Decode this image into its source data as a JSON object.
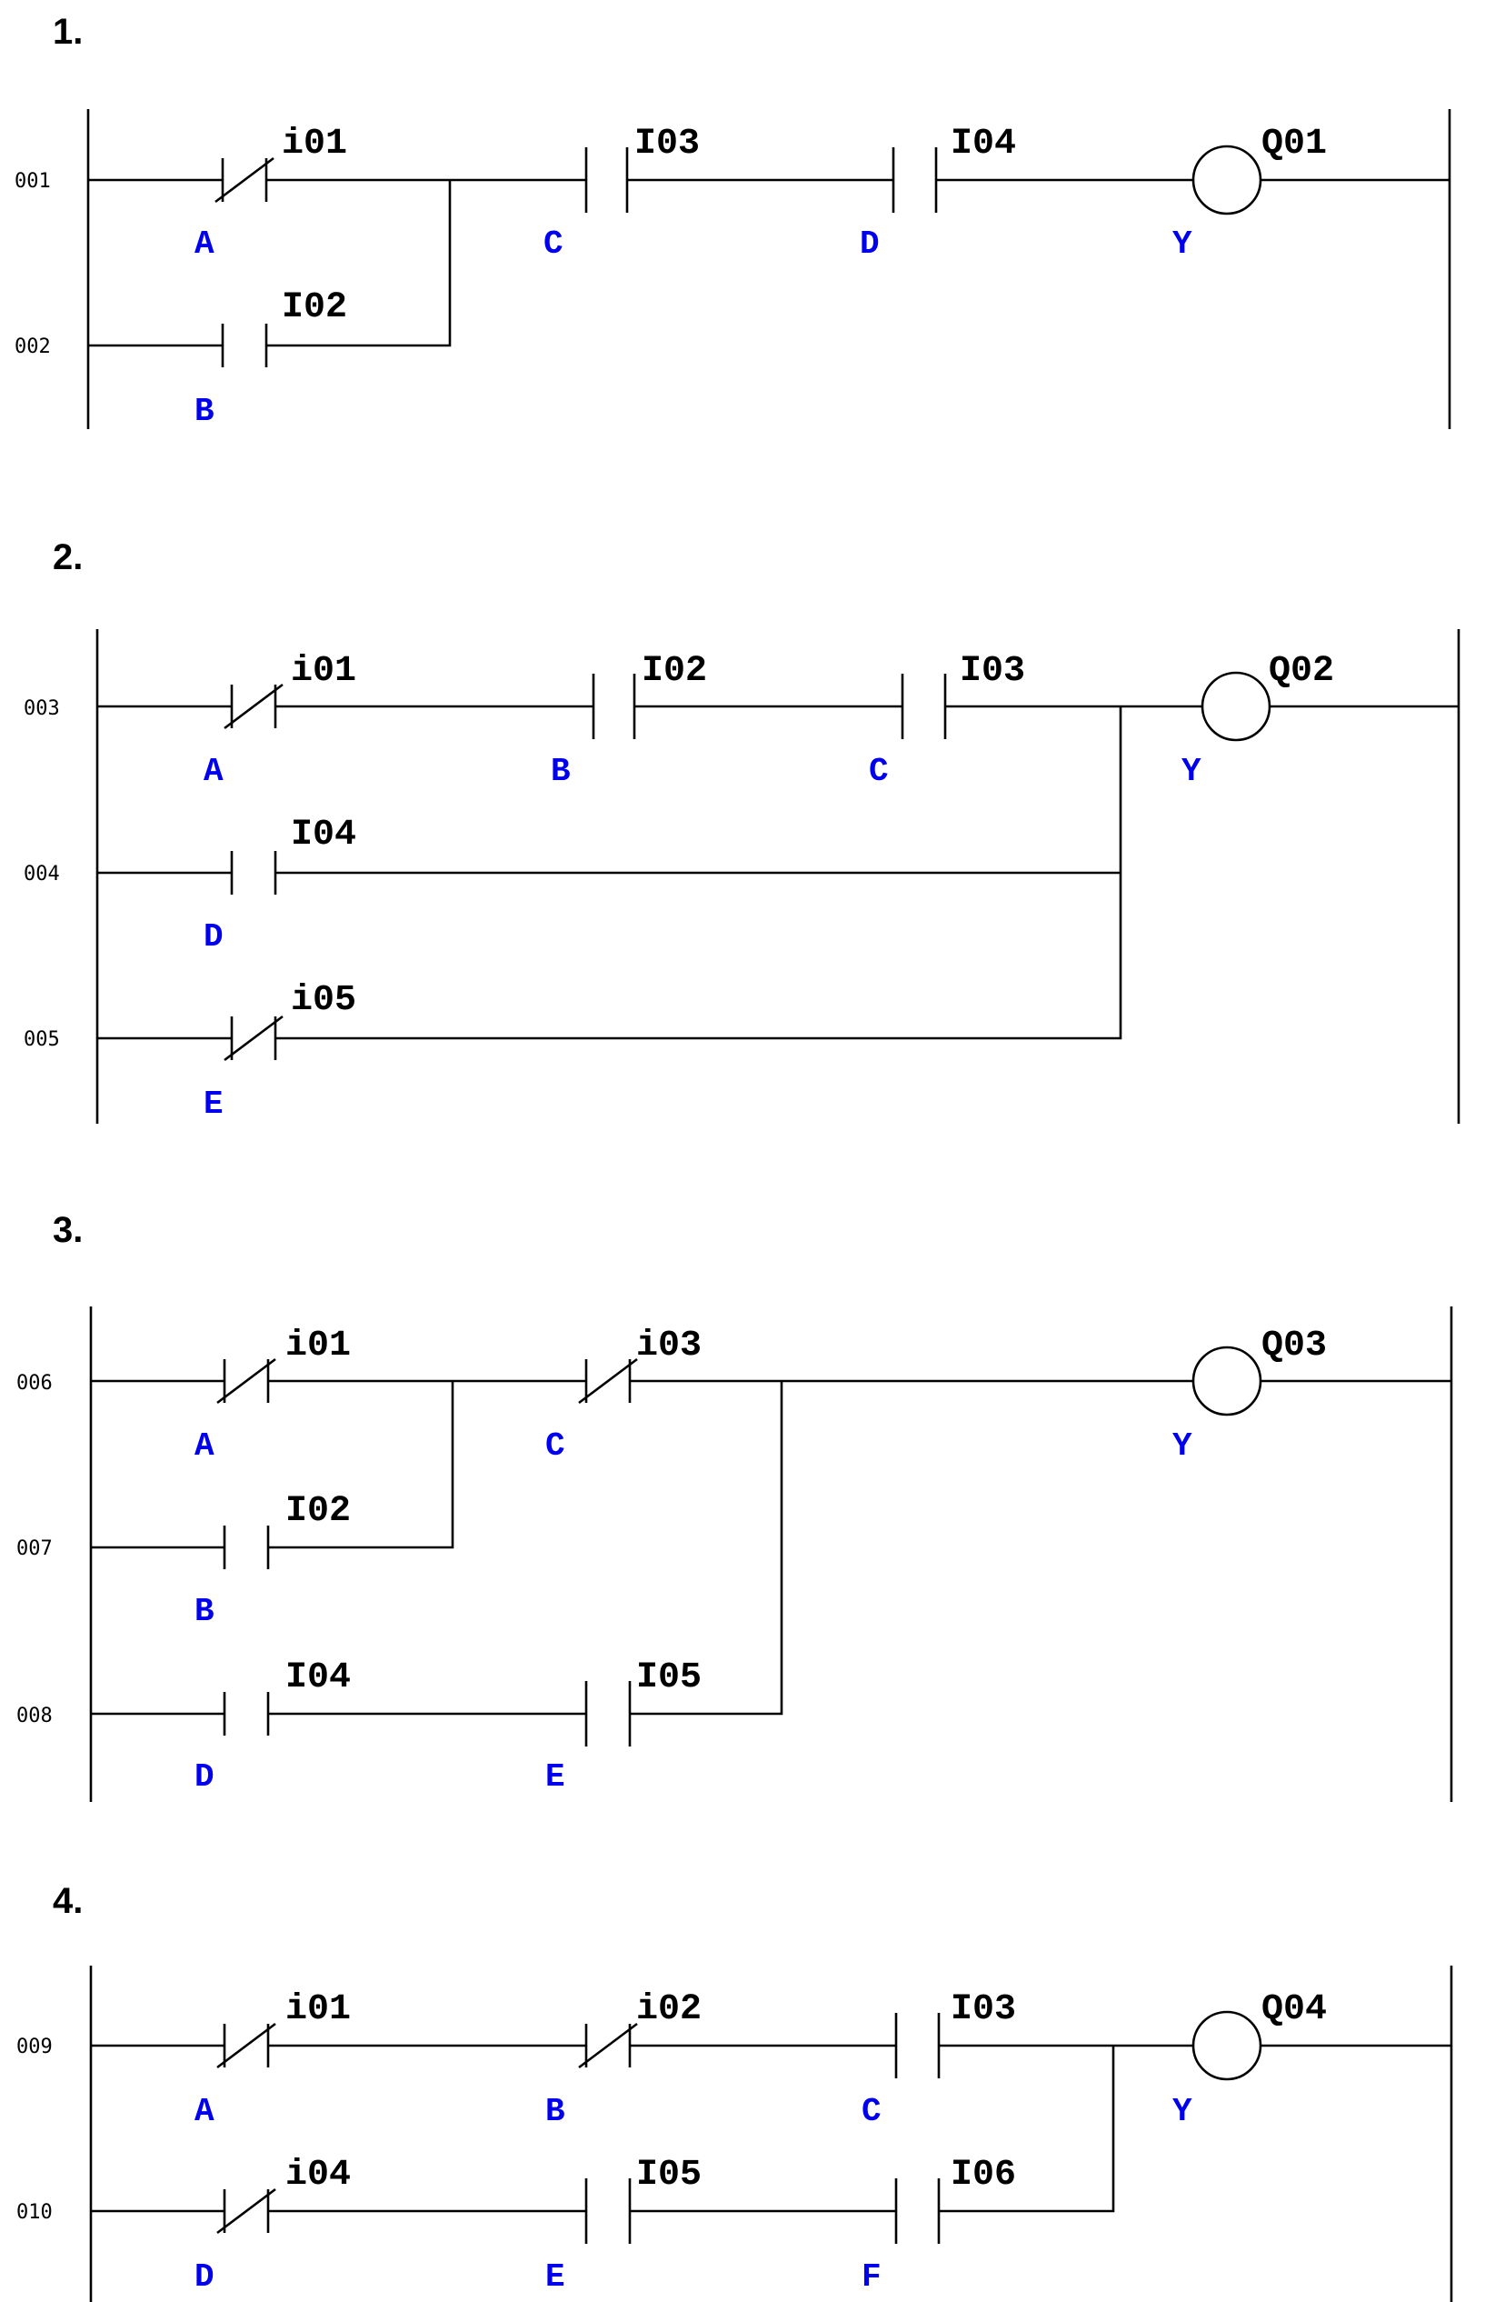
{
  "diagrams": [
    {
      "number": "1.",
      "rungs": [
        "001",
        "002"
      ],
      "contacts": [
        {
          "addr": "i01",
          "var": "A",
          "nc": true
        },
        {
          "addr": "I02",
          "var": "B",
          "nc": false
        },
        {
          "addr": "I03",
          "var": "C",
          "nc": false
        },
        {
          "addr": "I04",
          "var": "D",
          "nc": false
        }
      ],
      "coil": {
        "addr": "Q01",
        "var": "Y"
      }
    },
    {
      "number": "2.",
      "rungs": [
        "003",
        "004",
        "005"
      ],
      "contacts": [
        {
          "addr": "i01",
          "var": "A",
          "nc": true
        },
        {
          "addr": "I02",
          "var": "B",
          "nc": false
        },
        {
          "addr": "I03",
          "var": "C",
          "nc": false
        },
        {
          "addr": "I04",
          "var": "D",
          "nc": false
        },
        {
          "addr": "i05",
          "var": "E",
          "nc": true
        }
      ],
      "coil": {
        "addr": "Q02",
        "var": "Y"
      }
    },
    {
      "number": "3.",
      "rungs": [
        "006",
        "007",
        "008"
      ],
      "contacts": [
        {
          "addr": "i01",
          "var": "A",
          "nc": true
        },
        {
          "addr": "i03",
          "var": "C",
          "nc": true
        },
        {
          "addr": "I02",
          "var": "B",
          "nc": false
        },
        {
          "addr": "I04",
          "var": "D",
          "nc": false
        },
        {
          "addr": "I05",
          "var": "E",
          "nc": false
        }
      ],
      "coil": {
        "addr": "Q03",
        "var": "Y"
      }
    },
    {
      "number": "4.",
      "rungs": [
        "009",
        "010"
      ],
      "contacts": [
        {
          "addr": "i01",
          "var": "A",
          "nc": true
        },
        {
          "addr": "i02",
          "var": "B",
          "nc": true
        },
        {
          "addr": "I03",
          "var": "C",
          "nc": false
        },
        {
          "addr": "i04",
          "var": "D",
          "nc": true
        },
        {
          "addr": "I05",
          "var": "E",
          "nc": false
        },
        {
          "addr": "I06",
          "var": "F",
          "nc": false
        }
      ],
      "coil": {
        "addr": "Q04",
        "var": "Y"
      }
    }
  ]
}
